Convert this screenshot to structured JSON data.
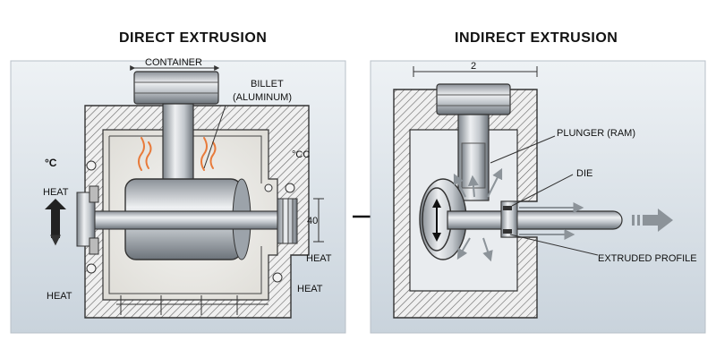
{
  "left_panel": {
    "title": "DIRECT EXTRUSION",
    "labels": {
      "container": "CONTAINER",
      "billet_line1": "BILLET",
      "billet_line2": "(ALUMINUM)",
      "degree_left": "°C",
      "degree_right": "°CC",
      "heat_left": "HEAT",
      "heat_bottom_left": "HEAT",
      "heat_right": "HEAT",
      "heat_bottom_right": "HEAT",
      "dimension": "40"
    }
  },
  "right_panel": {
    "title": "INDIRECT EXTRUSION",
    "labels": {
      "dimension_top": "2",
      "plunger": "PLUNGER (RAM)",
      "die": "DIE",
      "extruded_profile": "EXTRUDED PROFILE"
    }
  },
  "colors": {
    "panel_bg": "#d5dde5",
    "hatch": "#555555",
    "metal_light": "#e6e9ec",
    "metal_dark": "#7d848b",
    "heat": "#e87a3a",
    "arrow": "#222222"
  }
}
